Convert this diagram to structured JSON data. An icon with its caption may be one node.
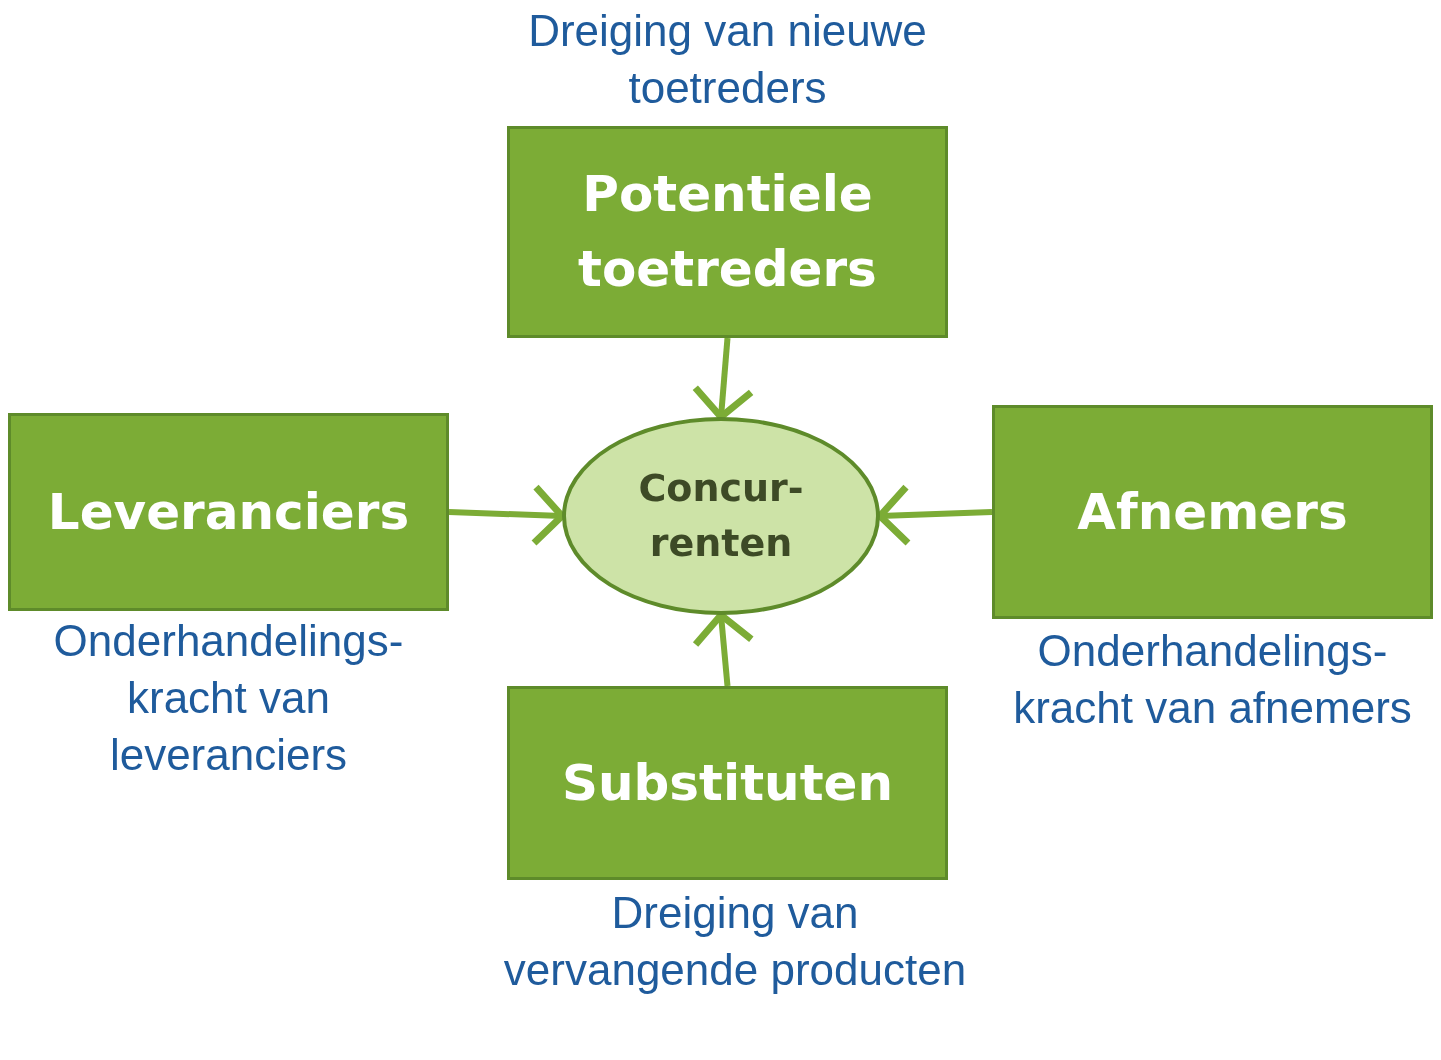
{
  "diagram": {
    "nodes": [
      {
        "text": [
          "Potentiele toetreders"
        ],
        "beside": [
          "Dreiging van nieuwe toetreders"
        ]
      },
      {
        "text": [
          "Leveranciers"
        ],
        "beside": [
          "Onderhandelings- kracht van leveranciers"
        ]
      },
      {
        "text": [
          "Concur- renten"
        ]
      },
      {
        "text": [
          "Afnemers"
        ],
        "beside": [
          "Onderhandelings- kracht van afnemers"
        ]
      },
      {
        "text": [
          "Substituten"
        ],
        "beside": [
          "Dreiging van vervangende producten"
        ]
      }
    ],
    "edges": [
      {
        "from": 0,
        "to": 2,
        "arrow": "to"
      },
      {
        "from": 1,
        "to": 2,
        "arrow": "to"
      },
      {
        "from": 3,
        "to": 2,
        "arrow": "to"
      },
      {
        "from": 4,
        "to": 2,
        "arrow": "to"
      }
    ]
  }
}
